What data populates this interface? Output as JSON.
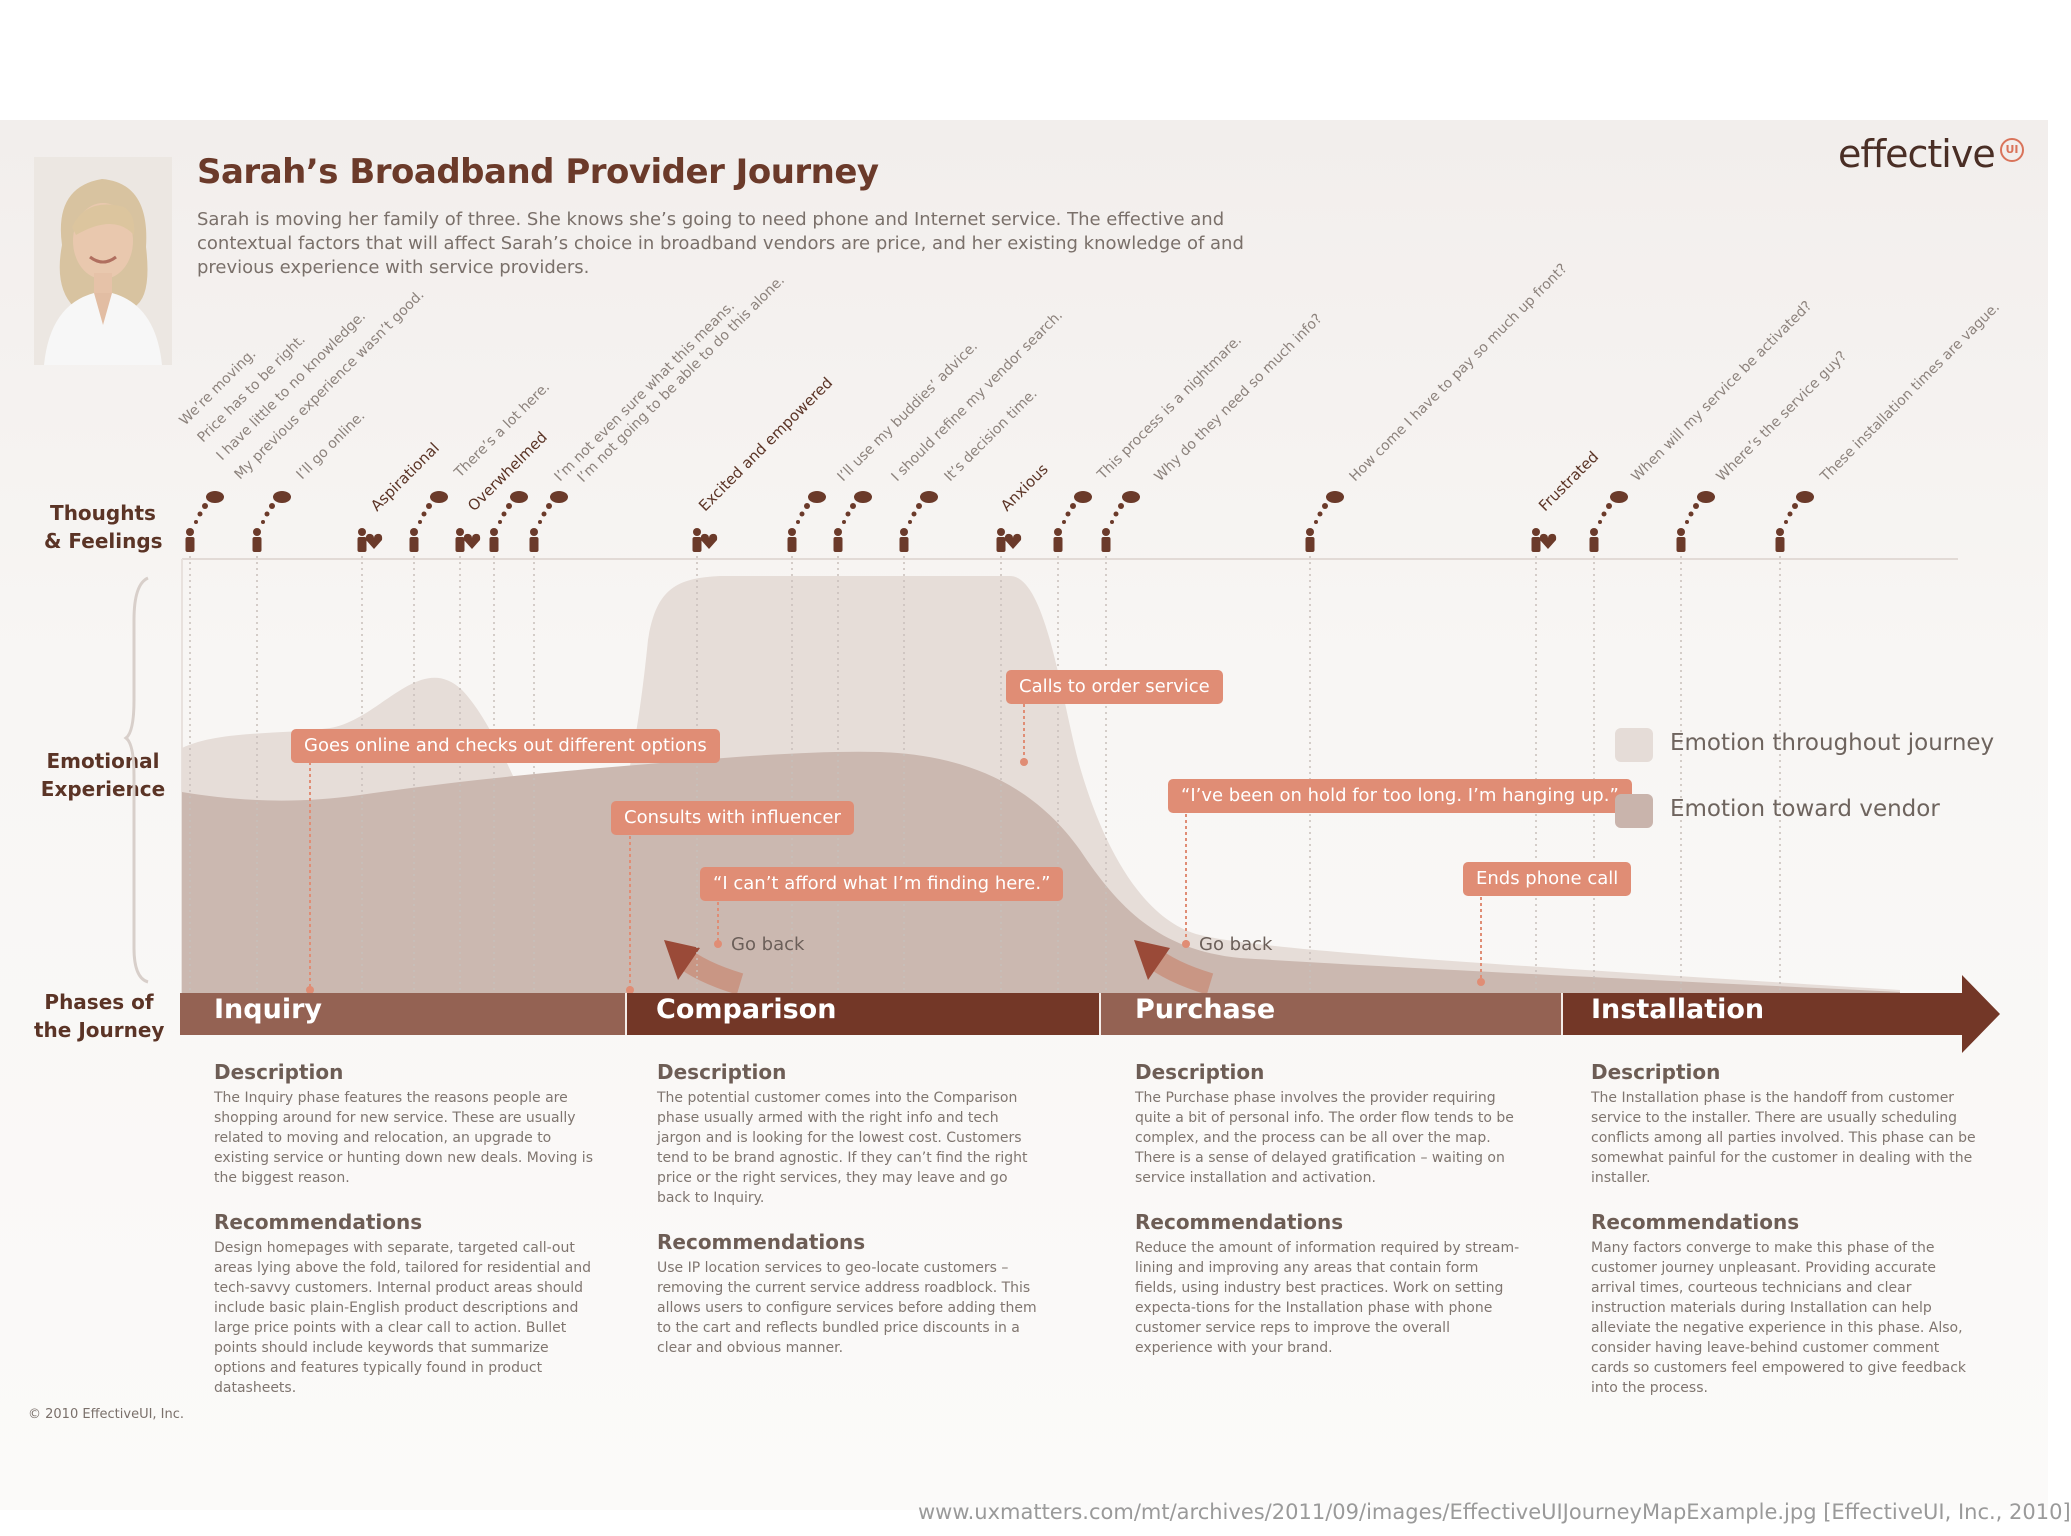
{
  "header": {
    "title": "Sarah’s Broadband Provider Journey",
    "intro": "Sarah is moving her family of three. She knows she’s going to need phone and Internet service. The effective and contextual factors that will affect Sarah’s choice in broadband vendors are price, and her existing knowledge of and previous experience with service providers.",
    "logo": "effective",
    "logo_badge": "UI"
  },
  "row_labels": {
    "thoughts_1": "Thoughts",
    "thoughts_2": "& Feelings",
    "emotional_1": "Emotional",
    "emotional_2": "Experience",
    "phases_1": "Phases of",
    "phases_2": "the Journey"
  },
  "thoughts": [
    "We’re moving.",
    "Price has to be right.",
    "I have little to no knowledge.",
    "My previous experience wasn’t good.",
    "I’ll go online.",
    "There’s a lot here.",
    "I’m not even sure what this means.",
    "I’m not going to be able to do this alone.",
    "I’ll use my buddies’ advice.",
    "I should refine my vendor search.",
    "It’s decision time.",
    "This process is a nightmare.",
    "Why do they need so much info?",
    "How come I have to pay so much up front?",
    "When will my service be activated?",
    "Where’s the service guy?",
    "These installation times are vague."
  ],
  "feelings": [
    "Aspirational",
    "Overwhelmed",
    "Excited and empowered",
    "Anxious",
    "Frustrated"
  ],
  "callouts": {
    "goes_online": "Goes online and checks out different options",
    "consults": "Consults with influencer",
    "cant_afford": "“I can’t afford what I’m finding here.”",
    "calls": "Calls to order service",
    "on_hold": "“I’ve been on hold for too long. I’m hanging up.”",
    "ends_call": "Ends phone call"
  },
  "go_back": "Go back",
  "legend": [
    {
      "label": "Emotion throughout journey",
      "color": "#e5dcd7"
    },
    {
      "label": "Emotion toward vendor",
      "color": "#c9b4ac"
    }
  ],
  "phases": [
    {
      "name": "Inquiry",
      "color": "#946253",
      "description_title": "Description",
      "description": "The Inquiry phase features the reasons people are shopping around for new service. These are usually related to moving and relocation, an upgrade to existing service or hunting down new deals. Moving is the biggest reason.",
      "recommendations_title": "Recommendations",
      "recommendations": "Design homepages with separate, targeted call-out areas lying above the fold, tailored for residential and tech-savvy customers. Internal product areas should include basic plain-English product descriptions and large price points with a clear call to action. Bullet points should include keywords that summarize options and features typically found in product datasheets."
    },
    {
      "name": "Comparison",
      "color": "#733727",
      "description_title": "Description",
      "description": "The potential customer comes into the Comparison phase usually armed with the right info and tech jargon and is looking for the lowest cost. Customers tend to be brand agnostic. If they can’t find the right price or the right services, they may leave and go back to Inquiry.",
      "recommendations_title": "Recommendations",
      "recommendations": "Use IP location services to geo-locate customers – removing the current service address roadblock. This allows users to configure services before adding them to the cart and reflects bundled price discounts in a clear and obvious manner."
    },
    {
      "name": "Purchase",
      "color": "#946253",
      "description_title": "Description",
      "description": "The Purchase phase involves the provider requiring quite a bit of personal info. The order flow tends to be complex, and the process can be all over the map. There is a sense of delayed gratification – waiting on service installation and activation.",
      "recommendations_title": "Recommendations",
      "recommendations": "Reduce the amount of information required by stream-lining and improving any areas that contain form fields, using industry best practices. Work on setting expecta-tions for the Installation phase with phone customer service reps to improve the overall experience with your brand."
    },
    {
      "name": "Installation",
      "color": "#733727",
      "description_title": "Description",
      "description": "The Installation phase is the handoff from customer service to the installer. There are usually scheduling conflicts among all parties involved. This phase can be somewhat painful for the customer in dealing with the installer.",
      "recommendations_title": "Recommendations",
      "recommendations": "Many factors converge to make this phase of the customer journey unpleasant. Providing accurate arrival times, courteous technicians and clear instruction materials during Installation can help alleviate the negative experience in this phase. Also, consider having leave-behind customer comment cards so customers feel empowered to give feedback into the process."
    }
  ],
  "copyright": "© 2010 EffectiveUI, Inc.",
  "source": "www.uxmatters.com/mt/archives/2011/09/images/EffectiveUIJourneyMapExample.jpg [EffectiveUI, Inc., 2010]"
}
